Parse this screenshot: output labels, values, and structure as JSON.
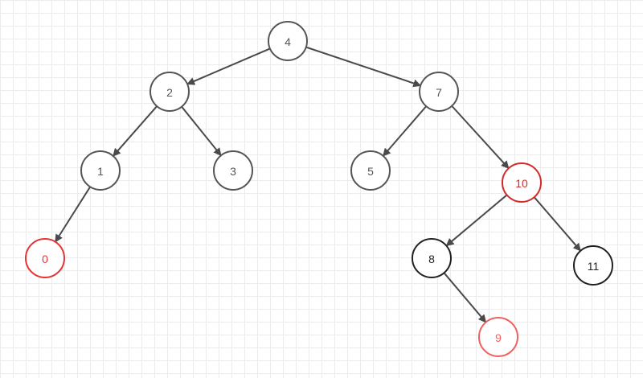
{
  "nodes": [
    {
      "id": "n4",
      "label": "4",
      "color": "#555555"
    },
    {
      "id": "n2",
      "label": "2",
      "color": "#555555"
    },
    {
      "id": "n7",
      "label": "7",
      "color": "#555555"
    },
    {
      "id": "n1",
      "label": "1",
      "color": "#555555"
    },
    {
      "id": "n3",
      "label": "3",
      "color": "#555555"
    },
    {
      "id": "n5",
      "label": "5",
      "color": "#555555"
    },
    {
      "id": "n10",
      "label": "10",
      "color": "#d42a2a"
    },
    {
      "id": "n0",
      "label": "0",
      "color": "#e53333"
    },
    {
      "id": "n8",
      "label": "8",
      "color": "#222222"
    },
    {
      "id": "n11",
      "label": "11",
      "color": "#222222"
    },
    {
      "id": "n9",
      "label": "9",
      "color": "#f06060"
    }
  ],
  "edges": [
    {
      "from": "n4",
      "to": "n2"
    },
    {
      "from": "n4",
      "to": "n7"
    },
    {
      "from": "n2",
      "to": "n1"
    },
    {
      "from": "n2",
      "to": "n3"
    },
    {
      "from": "n7",
      "to": "n5"
    },
    {
      "from": "n7",
      "to": "n10"
    },
    {
      "from": "n1",
      "to": "n0"
    },
    {
      "from": "n10",
      "to": "n8"
    },
    {
      "from": "n10",
      "to": "n11"
    },
    {
      "from": "n8",
      "to": "n9"
    }
  ],
  "colors": {
    "edge": "#4a4a4a",
    "grid": "#ececec",
    "background": "#ffffff"
  }
}
